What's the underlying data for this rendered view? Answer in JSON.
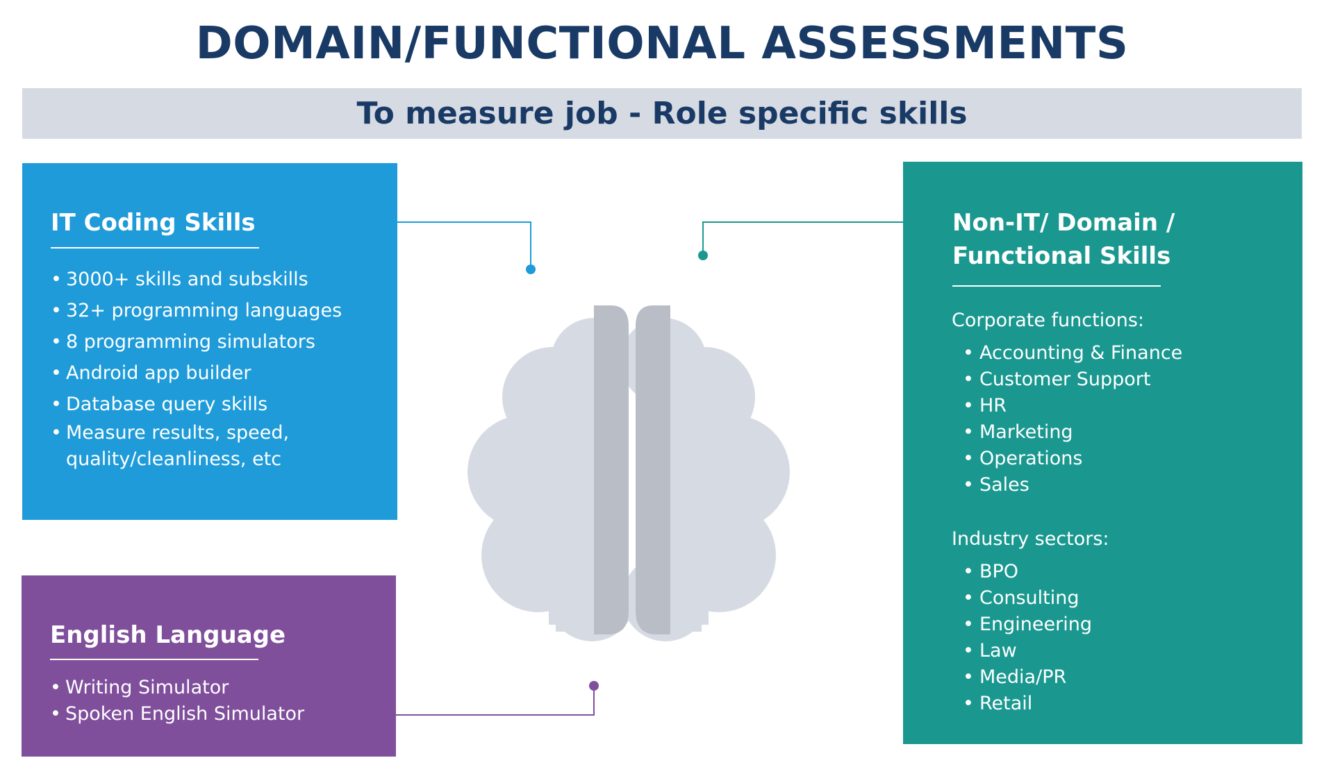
{
  "title": "DOMAIN/FUNCTIONAL ASSESSMENTS",
  "subtitle": "To measure job  -  Role specific skills",
  "colors": {
    "title": "#1a3a66",
    "subtitle_bar": "#d6dae3",
    "it_box": "#1f9bd9",
    "english_box": "#7f4f9c",
    "nonit_box": "#1a988f",
    "brain_light": "#d6dae3",
    "brain_dark": "#b9bec6"
  },
  "it_coding": {
    "heading": "IT Coding Skills",
    "items": [
      "3000+ skills and subskills",
      "32+ programming languages",
      "8 programming simulators",
      "Android app builder",
      "Database query skills",
      "Measure results, speed, quality/cleanliness, etc"
    ]
  },
  "english": {
    "heading": "English Language",
    "items": [
      "Writing Simulator",
      "Spoken English Simulator"
    ]
  },
  "non_it": {
    "heading_line1": "Non-IT/ Domain /",
    "heading_line2": "Functional Skills",
    "corporate_label": "Corporate functions:",
    "corporate_items": [
      "Accounting & Finance",
      "Customer Support",
      "HR",
      "Marketing",
      "Operations",
      "Sales"
    ],
    "industry_label": "Industry sectors:",
    "industry_items": [
      "BPO",
      "Consulting",
      "Engineering",
      "Law",
      "Media/PR",
      "Retail"
    ]
  },
  "center_icon": "brain-icon"
}
